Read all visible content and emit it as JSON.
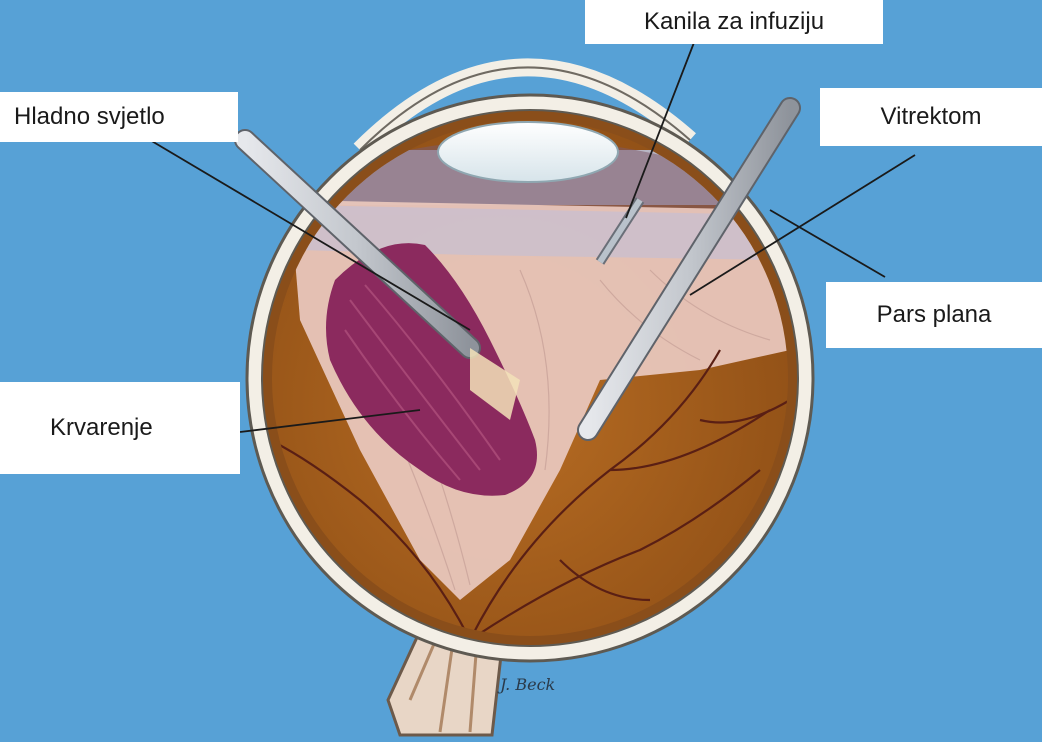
{
  "labels": {
    "kanila": "Kanila za infuziju",
    "hladno": "Hladno svjetlo",
    "vitrektom": "Vitrektom",
    "pars_plana": "Pars plana",
    "krvarenje": "Krvarenje"
  },
  "signature": "J. Beck",
  "colors": {
    "background": "#5aa4d8",
    "fundus": "#a8631e",
    "hemorrhage": "#8b2a5e",
    "vitreous": "#e9c7bc",
    "sclera": "#f3efe6",
    "instrument": "#c9ccd1"
  }
}
